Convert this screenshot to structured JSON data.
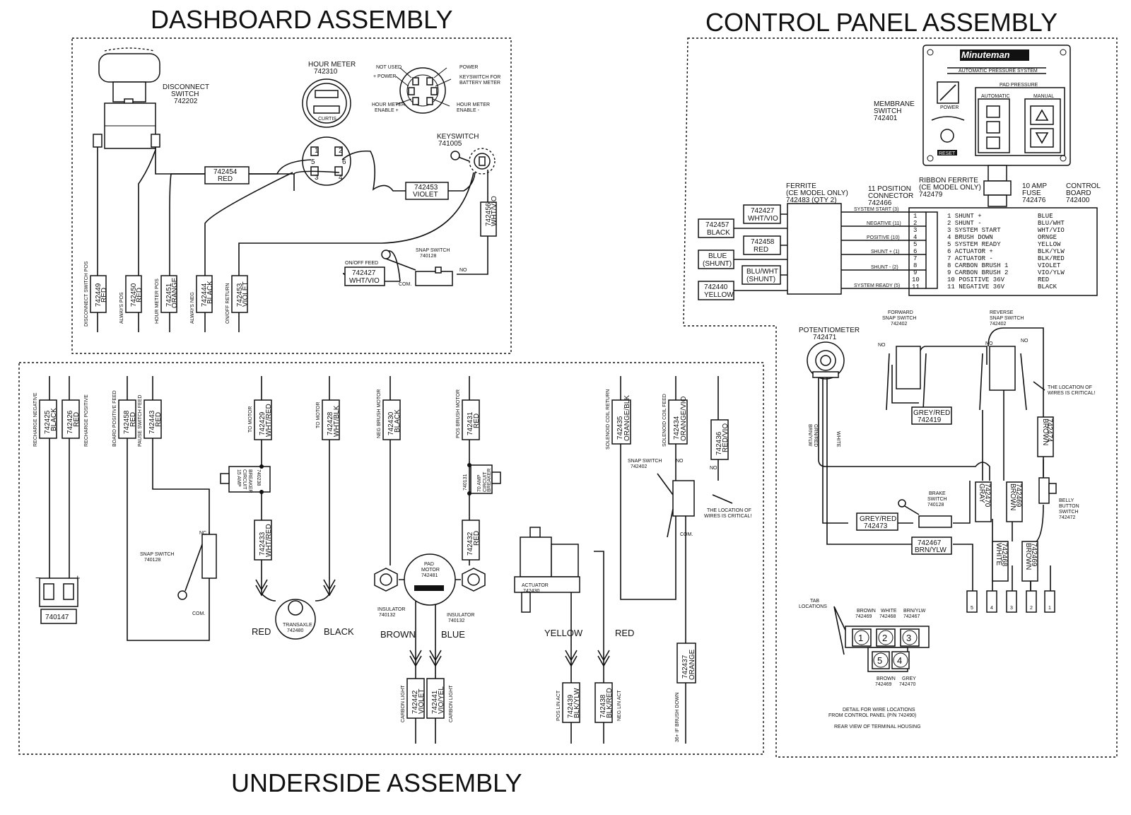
{
  "titles": {
    "dashboard": "DASHBOARD ASSEMBLY",
    "control_panel": "CONTROL PANEL ASSEMBLY",
    "underside": "UNDERSIDE ASSEMBLY"
  },
  "dashboard": {
    "disconnect_switch": [
      "DISCONNECT",
      "SWITCH",
      "742202"
    ],
    "hour_meter": [
      "HOUR METER",
      "742310"
    ],
    "curtis": "CURTIS",
    "keyswitch": [
      "KEYSWITCH",
      "741005"
    ],
    "pin_labels": {
      "not_used": "NOT USED",
      "power_plus": "+ POWER",
      "hour_meter_enable_plus": [
        "HOUR METER",
        "ENABLE +"
      ],
      "power": "POWER",
      "keyswitch_battery": [
        "KEYSWITCH FOR",
        "BATTERY METER"
      ],
      "hour_meter_enable_minus": [
        "HOUR METER",
        "ENABLE -"
      ]
    },
    "snap_switch": [
      "SNAP SWITCH",
      "740128"
    ],
    "on_off_feed": "ON/OFF FEED",
    "com": "COM.",
    "no": "NO",
    "wires": {
      "w742454": [
        "742454",
        "RED"
      ],
      "w742453h": [
        "742453",
        "VIOLET"
      ],
      "w742456": [
        "742456",
        "WHT/VIO"
      ],
      "w742427": [
        "742427",
        "WHT/VIO"
      ]
    },
    "bottom_wires": [
      {
        "num": "742449",
        "color": "RED",
        "desc": "DISCONNECT SWITCH POS"
      },
      {
        "num": "742450",
        "color": "RED",
        "desc": "ALWAYS POS"
      },
      {
        "num": "742451",
        "color": "ORANGE",
        "desc": "HOUR METER POS"
      },
      {
        "num": "742444",
        "color": "BLACK",
        "desc": "ALWAYS NEG"
      },
      {
        "num": "742453",
        "color": "VIOLET",
        "desc": "ON/OFF RETURN"
      }
    ]
  },
  "control_panel": {
    "minuteman": "Minuteman",
    "system_line": "AUTOMATIC PRESSURE SYSTEM",
    "pad_pressure": "PAD PRESSURE",
    "automatic": "AUTOMATIC",
    "manual": "MANUAL",
    "power": "POWER",
    "reset": "RESET",
    "membrane": [
      "MEMBRANE",
      "SWITCH",
      "742401"
    ],
    "ferrite": [
      "FERRITE",
      "(CE MODEL ONLY)",
      "742483 (QTY 2)"
    ],
    "connector": [
      "11 POSITION",
      "CONNECTOR",
      "742466"
    ],
    "ribbon_ferrite": [
      "RIBBON FERRITE",
      "(CE MODEL ONLY)",
      "742479"
    ],
    "fuse": [
      "10 AMP",
      "FUSE",
      "742476"
    ],
    "control_board": [
      "CONTROL",
      "BOARD",
      "742400"
    ],
    "left_wires": [
      [
        "742427",
        "WHT/VIO"
      ],
      [
        "742457",
        "BLACK"
      ],
      [
        "742458",
        "RED"
      ],
      [
        "BLUE",
        "(SHUNT)"
      ],
      [
        "BLU/WHT",
        "(SHUNT)"
      ],
      [
        "742440",
        "YELLOW"
      ]
    ],
    "signals": [
      "SYSTEM START (3)",
      "NEGATIVE (11)",
      "POSITIVE (10)",
      "SHUNT + (1)",
      "SHUNT - (2)",
      "SYSTEM READY (5)"
    ],
    "pins": [
      {
        "n": "1",
        "name": "1 SHUNT +",
        "color": "BLUE"
      },
      {
        "n": "2",
        "name": "2 SHUNT -",
        "color": "BLU/WHT"
      },
      {
        "n": "3",
        "name": "3 SYSTEM START",
        "color": "WHT/VIO"
      },
      {
        "n": "4",
        "name": "4 BRUSH DOWN",
        "color": "ORNGE"
      },
      {
        "n": "5",
        "name": "5 SYSTEM READY",
        "color": "YELLOW"
      },
      {
        "n": "6",
        "name": "6 ACTUATOR +",
        "color": "BLK/YLW"
      },
      {
        "n": "7",
        "name": "7 ACTUATOR -",
        "color": "BLK/RED"
      },
      {
        "n": "8",
        "name": "8 CARBON BRUSH 1",
        "color": "VIOLET"
      },
      {
        "n": "9",
        "name": "9 CARBON BRUSH 2",
        "color": "VIO/YLW"
      },
      {
        "n": "10",
        "name": "10 POSITIVE 36V",
        "color": "RED"
      },
      {
        "n": "11",
        "name": "11 NEGATIVE 36V",
        "color": "BLACK"
      }
    ],
    "potentiometer": [
      "POTENTIOMETER",
      "742471"
    ],
    "forward_switch": [
      "FORWARD",
      "SNAP SWITCH",
      "742402"
    ],
    "reverse_switch": [
      "REVERSE",
      "SNAP SWITCH",
      "742402"
    ],
    "critical": [
      "THE LOCATION OF",
      "WIRES IS CRITICAL!"
    ],
    "white": "WHITE",
    "grn_red": "GRN/RED",
    "brn_ylw": "BRN/YLW",
    "no": "NO",
    "grey_red_top": [
      "GREY/RED",
      "742419"
    ],
    "grey_red_mid": [
      "GREY/RED",
      "742473"
    ],
    "brn_ylw_box": [
      "742467",
      "BRN/YLW"
    ],
    "brake_switch": [
      "BRAKE",
      "SWITCH",
      "740128"
    ],
    "belly_switch": [
      "BELLY",
      "BUTTON",
      "SWITCH",
      "742472"
    ],
    "vert_wires": [
      [
        "742474",
        "BROWN"
      ],
      [
        "742470",
        "GRAY"
      ],
      [
        "742469",
        "BROWN"
      ],
      [
        "742468",
        "WHITE"
      ],
      [
        "742469",
        "BROWN"
      ]
    ],
    "terminal_nums": [
      "5",
      "4",
      "3",
      "2",
      "1"
    ],
    "tab_locations": [
      "TAB",
      "LOCATIONS"
    ],
    "tab_top": [
      [
        "BROWN",
        "742469"
      ],
      [
        "WHITE",
        "742468"
      ],
      [
        "BRN/YLW",
        "742467"
      ]
    ],
    "tab_bottom": [
      [
        "BROWN",
        "742469"
      ],
      [
        "GREY",
        "742470"
      ]
    ],
    "tab_nums": [
      "1",
      "2",
      "3",
      "5",
      "4"
    ],
    "detail": [
      "DETAIL FOR WIRE LOCATIONS",
      "FROM CONTROL PANEL (P/N 742490)",
      "REAR VIEW OF TERMINAL HOUSING"
    ]
  },
  "underside": {
    "wires_top": [
      {
        "num": "742425",
        "color": "BLACK",
        "desc": "RECHARGE NEGATIVE"
      },
      {
        "num": "742426",
        "color": "RED",
        "desc": "RECHARGE POSITIVE"
      },
      {
        "num": "742458",
        "color": "RED",
        "desc": "BOARD POSITIVE FEED"
      },
      {
        "num": "742443",
        "color": "RED",
        "desc": "PAUSE SWITCH FEED"
      },
      {
        "num": "742429",
        "color": "WHT/RED",
        "desc": "TO MOTOR"
      },
      {
        "num": "742428",
        "color": "WHT/BLK",
        "desc": "TO MOTOR"
      },
      {
        "num": "742430",
        "color": "BLACK",
        "desc": "NEG BRUSH MOTOR"
      },
      {
        "num": "742431",
        "color": "RED",
        "desc": "POS BRUSH MOTOR"
      },
      {
        "num": "742435",
        "color": "ORANGE/BLK",
        "desc": "SOLENOID COIL RETURN"
      },
      {
        "num": "742434",
        "color": "ORANGE/VIO",
        "desc": "SOLENOID COIL FEED"
      },
      {
        "num": "742436",
        "color": "RED/VIO",
        "desc": ""
      }
    ],
    "plug": "740147",
    "snap_switch": [
      "SNAP SWITCH",
      "740128"
    ],
    "nc": "NC",
    "com": "COM.",
    "breaker1": [
      "15 AMP",
      "CIRCUIT",
      "BREAKER",
      "740238"
    ],
    "breaker2": [
      "70 AMP",
      "CIRCUIT",
      "BREAKER",
      "740131"
    ],
    "w742433": [
      "742433",
      "WHT/RED"
    ],
    "w742432": [
      "742432",
      "RED"
    ],
    "transaxle": [
      "TRANSAXLE",
      "742480"
    ],
    "red": "RED",
    "black": "BLACK",
    "pad_motor": [
      "PAD",
      "MOTOR",
      "742481"
    ],
    "insulator": [
      "INSULATOR",
      "740132"
    ],
    "brown": "BROWN",
    "blue": "BLUE",
    "actuator": [
      "ACTUATOR",
      "742430"
    ],
    "yellow": "YELLOW",
    "red2": "RED",
    "snap_switch2": [
      "SNAP SWITCH",
      "742402"
    ],
    "no": "NO",
    "critical": [
      "THE LOCATION OF",
      "WIRES IS CRITICAL!"
    ],
    "bottom_wires": [
      {
        "num": "742442",
        "color": "VIOLET",
        "desc": "CARBON LIGHT"
      },
      {
        "num": "742441",
        "color": "VIO/YEL",
        "desc": "CARBON LIGHT"
      },
      {
        "num": "742439",
        "color": "BLK/YLW",
        "desc": "POS LIN ACT"
      },
      {
        "num": "742438",
        "color": "BLK/RED",
        "desc": "NEG LIN ACT"
      },
      {
        "num": "742437",
        "color": "ORANGE",
        "desc": "36+ IF BRUSH DOWN"
      }
    ]
  }
}
